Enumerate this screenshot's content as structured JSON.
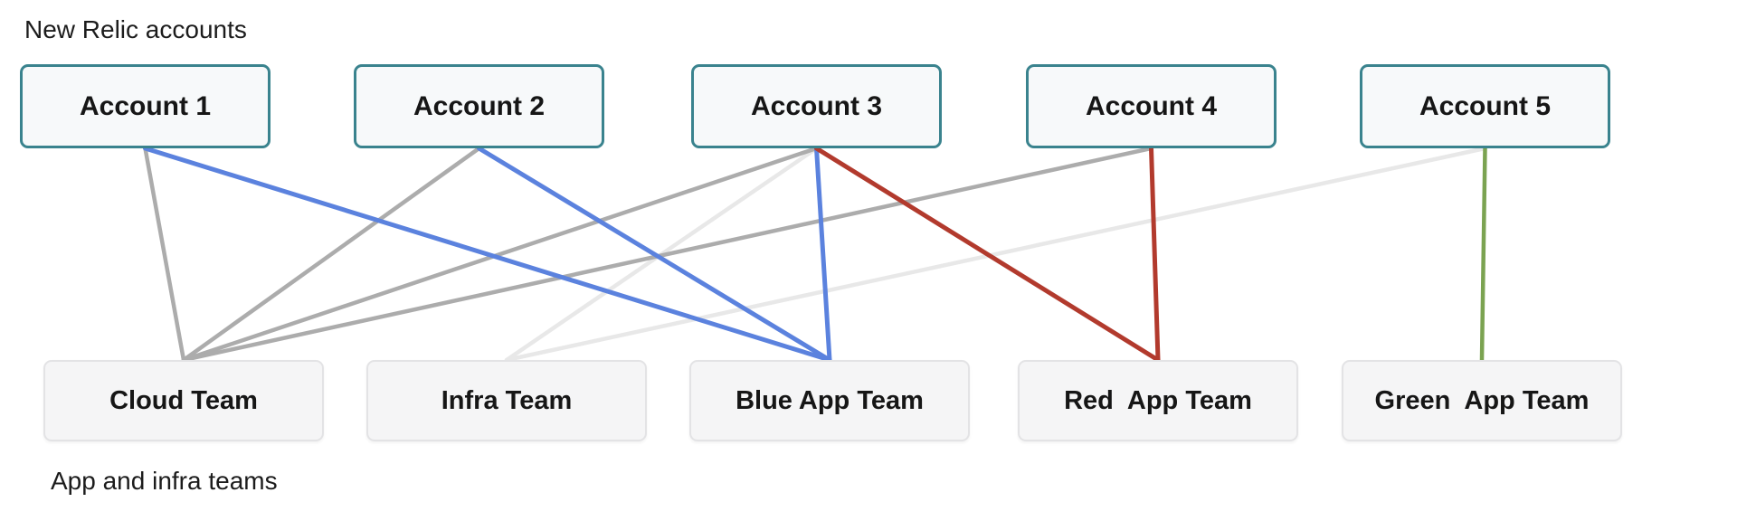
{
  "header": {
    "label": "New Relic accounts"
  },
  "footer": {
    "label": "App and infra teams"
  },
  "colors": {
    "teal_border": "#3a838e",
    "gray": "#acacac",
    "light_gray": "#e8e8e8",
    "blue": "#5b82de",
    "red": "#b23a2d",
    "green": "#7ba351"
  },
  "diagram": {
    "accounts": [
      {
        "id": "account-1",
        "label": "Account 1"
      },
      {
        "id": "account-2",
        "label": "Account 2"
      },
      {
        "id": "account-3",
        "label": "Account 3"
      },
      {
        "id": "account-4",
        "label": "Account 4"
      },
      {
        "id": "account-5",
        "label": "Account 5"
      }
    ],
    "teams": [
      {
        "id": "cloud-team",
        "label": "Cloud Team"
      },
      {
        "id": "infra-team",
        "label": "Infra Team"
      },
      {
        "id": "blue-app-team",
        "label": "Blue App Team"
      },
      {
        "id": "red-app-team",
        "label": "Red  App Team"
      },
      {
        "id": "green-app-team",
        "label": "Green  App Team"
      }
    ],
    "connections": [
      {
        "from": "account-3",
        "to": "infra-team",
        "color": "light_gray",
        "width": 4.5
      },
      {
        "from": "account-5",
        "to": "infra-team",
        "color": "light_gray",
        "width": 4.5
      },
      {
        "from": "account-1",
        "to": "cloud-team",
        "color": "gray",
        "width": 4.5
      },
      {
        "from": "account-2",
        "to": "cloud-team",
        "color": "gray",
        "width": 4.5
      },
      {
        "from": "account-3",
        "to": "cloud-team",
        "color": "gray",
        "width": 4.5
      },
      {
        "from": "account-4",
        "to": "cloud-team",
        "color": "gray",
        "width": 4.5
      },
      {
        "from": "account-1",
        "to": "blue-app-team",
        "color": "blue",
        "width": 5
      },
      {
        "from": "account-2",
        "to": "blue-app-team",
        "color": "blue",
        "width": 5
      },
      {
        "from": "account-3",
        "to": "blue-app-team",
        "color": "blue",
        "width": 5
      },
      {
        "from": "account-3",
        "to": "red-app-team",
        "color": "red",
        "width": 5
      },
      {
        "from": "account-4",
        "to": "red-app-team",
        "color": "red",
        "width": 5
      },
      {
        "from": "account-5",
        "to": "green-app-team",
        "color": "green",
        "width": 4.5
      }
    ]
  }
}
